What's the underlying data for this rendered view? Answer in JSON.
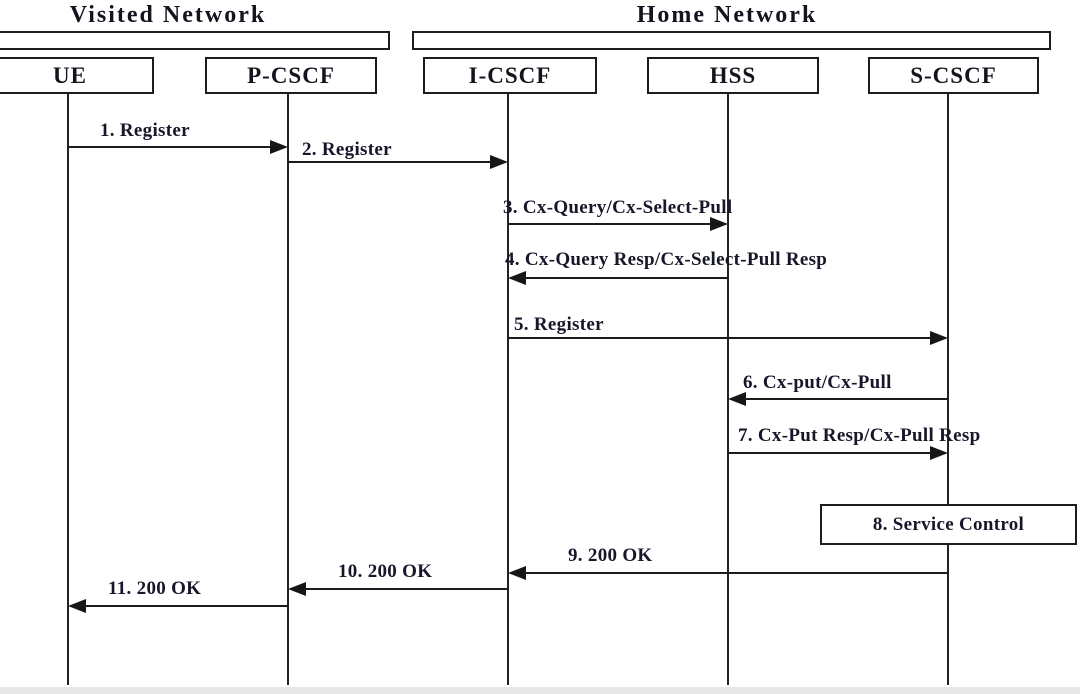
{
  "diagram": {
    "type": "sequence-diagram",
    "networks": [
      {
        "label": "Visited Network",
        "entities": [
          "UE",
          "P-CSCF"
        ]
      },
      {
        "label": "Home Network",
        "entities": [
          "I-CSCF",
          "HSS",
          "S-CSCF"
        ]
      }
    ],
    "entities": [
      {
        "label": "UE"
      },
      {
        "label": "P-CSCF"
      },
      {
        "label": "I-CSCF"
      },
      {
        "label": "HSS"
      },
      {
        "label": "S-CSCF"
      }
    ],
    "messages": [
      {
        "label": "1. Register",
        "from": "UE",
        "to": "P-CSCF",
        "direction": "right"
      },
      {
        "label": "2. Register",
        "from": "P-CSCF",
        "to": "I-CSCF",
        "direction": "right"
      },
      {
        "label": "3. Cx-Query/Cx-Select-Pull",
        "from": "I-CSCF",
        "to": "HSS",
        "direction": "right"
      },
      {
        "label": "4. Cx-Query Resp/Cx-Select-Pull Resp",
        "from": "HSS",
        "to": "I-CSCF",
        "direction": "left"
      },
      {
        "label": "5. Register",
        "from": "I-CSCF",
        "to": "S-CSCF",
        "direction": "right"
      },
      {
        "label": "6. Cx-put/Cx-Pull",
        "from": "S-CSCF",
        "to": "HSS",
        "direction": "left"
      },
      {
        "label": "7. Cx-Put Resp/Cx-Pull Resp",
        "from": "HSS",
        "to": "S-CSCF",
        "direction": "right"
      },
      {
        "label": "8. Service Control",
        "at": "S-CSCF",
        "type": "action-box"
      },
      {
        "label": "9. 200 OK",
        "from": "S-CSCF",
        "to": "I-CSCF",
        "direction": "left"
      },
      {
        "label": "10. 200 OK",
        "from": "I-CSCF",
        "to": "P-CSCF",
        "direction": "left"
      },
      {
        "label": "11. 200 OK",
        "from": "P-CSCF",
        "to": "UE",
        "direction": "left"
      }
    ],
    "colors": {
      "line": "#1c1c1c",
      "text": "#14141f",
      "background": "#ffffff"
    }
  }
}
